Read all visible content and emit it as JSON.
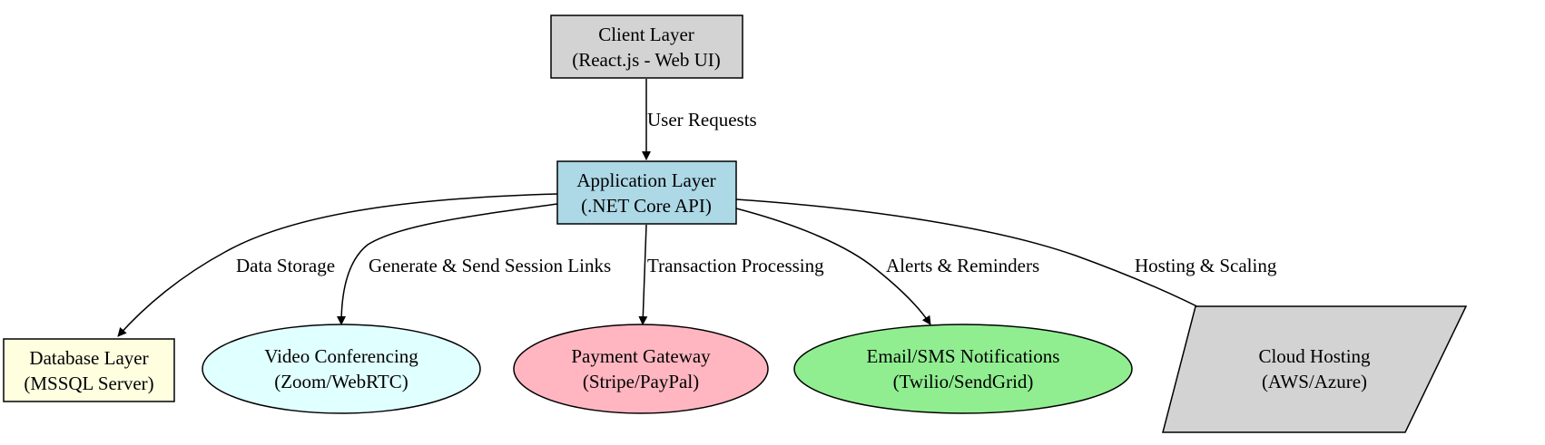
{
  "nodes": {
    "client": {
      "line1": "Client Layer",
      "line2": "(React.js - Web UI)",
      "fill": "#d3d3d3"
    },
    "app": {
      "line1": "Application Layer",
      "line2": "(.NET Core API)",
      "fill": "#add8e6"
    },
    "db": {
      "line1": "Database Layer",
      "line2": "(MSSQL Server)",
      "fill": "#ffffe0"
    },
    "video": {
      "line1": "Video Conferencing",
      "line2": "(Zoom/WebRTC)",
      "fill": "#e0ffff"
    },
    "payment": {
      "line1": "Payment Gateway",
      "line2": "(Stripe/PayPal)",
      "fill": "#ffb6c1"
    },
    "notify": {
      "line1": "Email/SMS Notifications",
      "line2": "(Twilio/SendGrid)",
      "fill": "#90ee90"
    },
    "cloud": {
      "line1": "Cloud Hosting",
      "line2": "(AWS/Azure)",
      "fill": "#d3d3d3"
    }
  },
  "edges": {
    "user_requests": "User Requests",
    "data_storage": "Data Storage",
    "session_links": "Generate & Send Session Links",
    "transaction": "Transaction Processing",
    "alerts": "Alerts & Reminders",
    "hosting": "Hosting & Scaling"
  },
  "colors": {
    "stroke": "#000000"
  }
}
